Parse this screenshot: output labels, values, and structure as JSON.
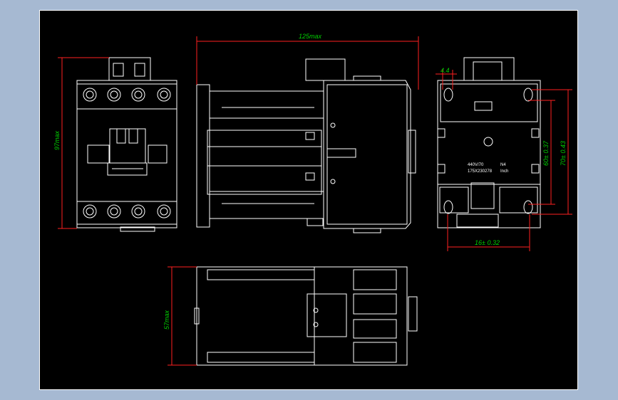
{
  "drawing": {
    "dim_overall_length": "125max",
    "dim_height": "97max",
    "dim_depth": "57max",
    "dim_hole_spacing_top": "4.4",
    "dim_mount_vertical_a": "60± 0.37",
    "dim_mount_vertical_b": "70± 0.43",
    "dim_mount_horizontal": "16± 0.32",
    "nameplate_line1": "440V/70",
    "nameplate_line2": "175X230278",
    "nameplate_suffix1": "N4",
    "nameplate_suffix2": "Inch"
  },
  "colors": {
    "background_outer": "#a6b9d2",
    "canvas": "#000000",
    "geometry": "#ffffff",
    "dimension_lines": "#ff2020",
    "dimension_text": "#00d000"
  }
}
